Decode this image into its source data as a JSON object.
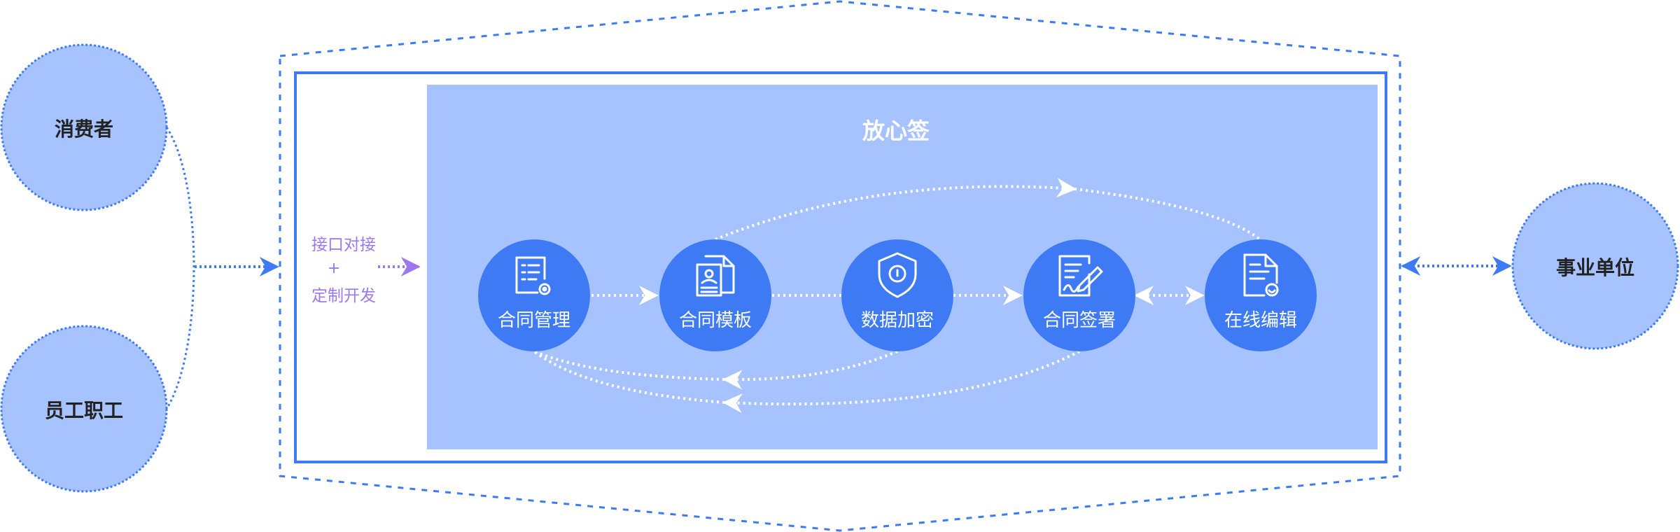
{
  "colors": {
    "actor_fill": "#a6c3ff",
    "actor_stroke": "#3f7af5",
    "panel_fill": "#a6c3ff",
    "node_fill": "#3f7af5",
    "frame": "#3f7af5",
    "arrow_blue": "#3f7af5",
    "arrow_purple": "#9b78ee",
    "label_purple": "#9b78ee",
    "arrow_white": "#ffffff"
  },
  "actors": {
    "consumer": "消费者",
    "employee": "员工职工",
    "institution": "事业单位"
  },
  "integration": {
    "line1": "接口对接",
    "plus": "+",
    "line2": "定制开发"
  },
  "platform": {
    "title": "放心签"
  },
  "nodes": [
    {
      "label": "合同管理",
      "icon": "document-gear-icon"
    },
    {
      "label": "合同模板",
      "icon": "document-user-icon"
    },
    {
      "label": "数据加密",
      "icon": "shield-lock-icon"
    },
    {
      "label": "合同签署",
      "icon": "document-signature-icon"
    },
    {
      "label": "在线编辑",
      "icon": "document-edit-icon"
    }
  ]
}
